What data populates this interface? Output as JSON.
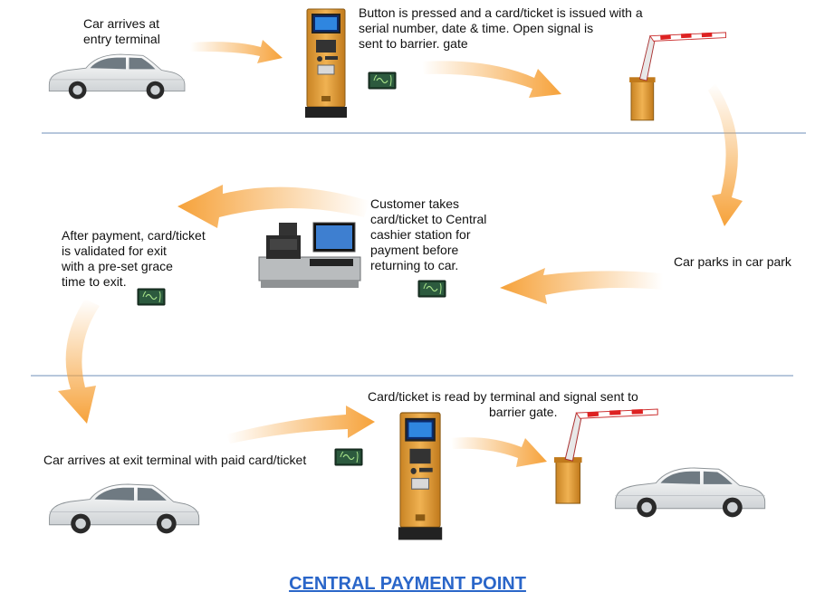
{
  "title": "CENTRAL PAYMENT POINT",
  "steps": {
    "entry": "Car arrives at\nentry terminal",
    "issue": "Button is pressed and a card/ticket is issued with a\nserial number, date & time. Open signal  is\nsent to barrier. gate",
    "park": "Car parks in car park",
    "cashier": "Customer  takes\ncard/ticket to Central\ncashier station for\npayment before\nreturning to car.",
    "validate": "After payment, card/ticket\nis validated for exit\nwith a pre-set grace\ntime to exit.",
    "exit_arrive": "Car arrives at exit terminal with paid card/ticket",
    "read_line1": "Card/ticket is read by terminal and signal sent to",
    "read_line2": "barrier gate."
  },
  "colors": {
    "arrow": "#f6a23a",
    "divider": "#6f8fb8",
    "terminal": "#e0a040",
    "title": "#2a66c9"
  },
  "icons": [
    "car-icon",
    "entry-terminal-icon",
    "barrier-gate-icon",
    "rfid-card-icon",
    "cashier-station-icon",
    "exit-terminal-icon"
  ]
}
